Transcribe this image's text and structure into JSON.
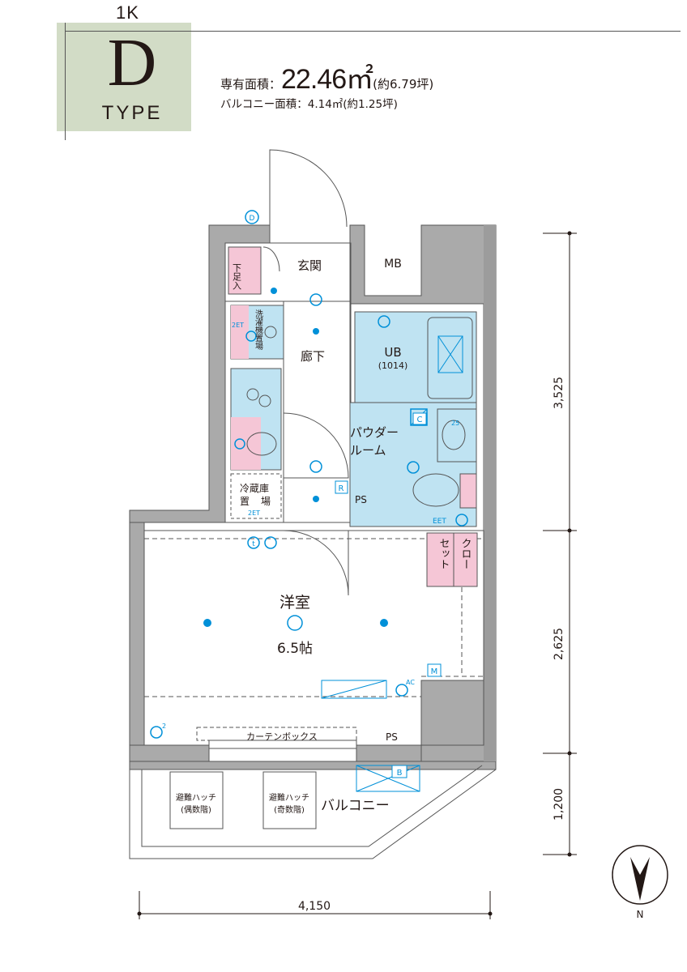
{
  "header": {
    "layout": "1K",
    "type_letter": "D",
    "type_word": "TYPE",
    "area_label": "専有面積：",
    "area_value": "22.46㎡",
    "area_tsubo": "(約6.79坪)",
    "balcony_area": "バルコニー面積：4.14㎡(約1.25坪)"
  },
  "rooms": {
    "entrance": "玄関",
    "mb": "MB",
    "shoe_box": "下足入",
    "laundry": "洗濯機置場",
    "hall": "廊下",
    "ub": "UB",
    "ub_size": "(1014)",
    "powder": "パウダー",
    "powder2": "ルーム",
    "fridge": "冷蔵庫",
    "fridge2": "置",
    "fridge3": "場",
    "ps_upper": "PS",
    "ps_lower": "PS",
    "closet1": "セット",
    "closet2": "クロー",
    "western": "洋室",
    "western_size": "6.5帖",
    "curtain": "カーテンボックス",
    "balcony": "バルコニー",
    "hatch_even": "避難ハッチ",
    "hatch_even_sub": "(偶数階)",
    "hatch_odd": "避難ハッチ",
    "hatch_odd_sub": "(奇数階)"
  },
  "symbols": {
    "doorbell": "D",
    "meter_c": "C",
    "meter_r": "R",
    "meter_m": "M",
    "meter_b": "B",
    "eet": "EET",
    "two_et_laundry": "2ET",
    "two_et_fridge": "2ET",
    "ac": "AC",
    "sup2": "2",
    "sup25": "25",
    "sup_t": "t"
  },
  "dimensions": {
    "width": "4,150",
    "depth1": "3,525",
    "depth2": "2,625",
    "depth3": "1,200"
  },
  "compass": {
    "label": "N"
  },
  "colors": {
    "wall": "#aaaaaa",
    "water": "#bfe3f2",
    "pink": "#f5c6d6",
    "accent": "#0090d8",
    "type_box": "#d2dcc6"
  }
}
